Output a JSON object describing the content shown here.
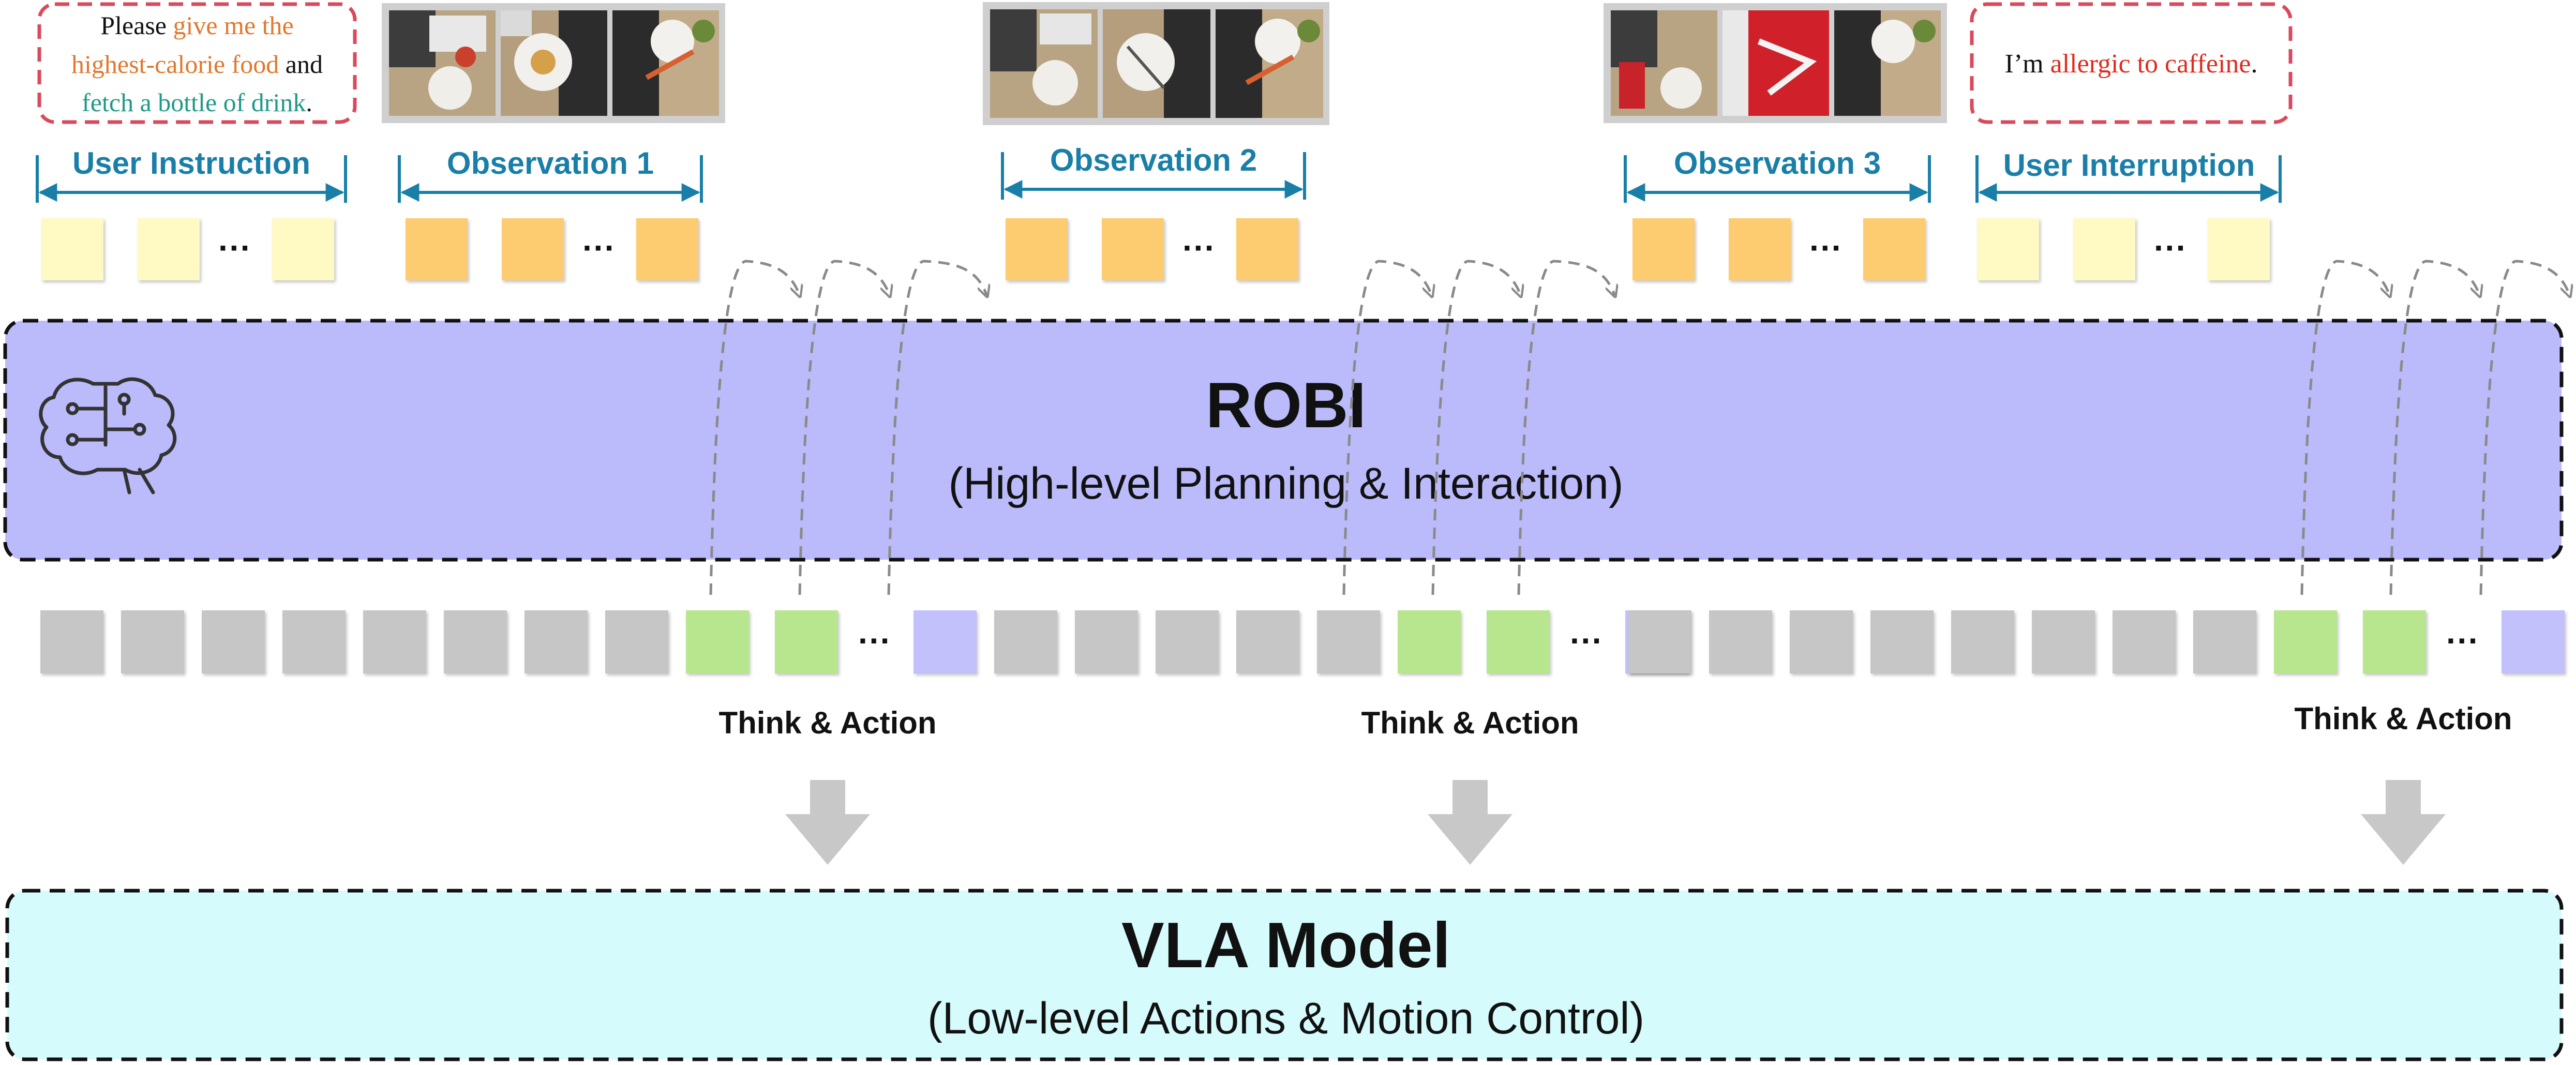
{
  "colors": {
    "header_blue": "#1a7fa8",
    "instruction_yellow": "#fff9c4",
    "observation_orange": "#fdcc71",
    "token_gray": "#c6c6c6",
    "token_green": "#b7e68f",
    "token_purple": "#c3c1fb",
    "robi_panel": "#bbbbfb",
    "vla_panel": "#d6fbfc",
    "callout_border": "#d94a5c",
    "text_orange": "#e0782e",
    "text_teal": "#1f9985",
    "text_red": "#e02a1e",
    "arrow_gray": "#c8c8c8",
    "dashed_arc": "#8a8a8a"
  },
  "callouts": {
    "instruction": {
      "line1_plain": "Please ",
      "line1_highlight": "give me the",
      "line2_highlight": "highest-calorie food",
      "line2_plain": " and",
      "line3_highlight": "fetch a bottle of drink",
      "line3_plain": "."
    },
    "interruption": {
      "plain_prefix": "I’m ",
      "highlight": "allergic to caffeine",
      "plain_suffix": "."
    }
  },
  "headers": {
    "user_instruction": "User Instruction",
    "observation_1": "Observation 1",
    "observation_2": "Observation 2",
    "observation_3": "Observation 3",
    "user_interruption": "User Interruption"
  },
  "ellipsis": "···",
  "robi": {
    "title": "ROBI",
    "subtitle": "(High-level Planning & Interaction)",
    "icon": "brain-circuit-icon"
  },
  "think_action_label": "Think & Action",
  "vla": {
    "title": "VLA Model",
    "subtitle": "(Low-level Actions & Motion Control)"
  },
  "token_groups": [
    {
      "name": "user-instruction",
      "tokens": [
        "yellow",
        "yellow",
        "ellipsis",
        "yellow"
      ]
    },
    {
      "name": "observation-1",
      "tokens": [
        "orange",
        "orange",
        "ellipsis",
        "orange"
      ]
    },
    {
      "name": "observation-2",
      "tokens": [
        "orange",
        "orange",
        "ellipsis",
        "orange"
      ]
    },
    {
      "name": "observation-3",
      "tokens": [
        "orange",
        "orange",
        "ellipsis",
        "orange"
      ]
    },
    {
      "name": "user-interruption",
      "tokens": [
        "yellow",
        "yellow",
        "ellipsis",
        "yellow"
      ]
    }
  ],
  "output_sequences": [
    [
      "gray",
      "gray",
      "gray",
      "gray",
      "gray",
      "gray",
      "gray",
      "gray",
      "green",
      "green",
      "ellipsis",
      "purple"
    ],
    [
      "gray",
      "gray",
      "gray",
      "gray",
      "gray",
      "green",
      "green",
      "ellipsis",
      "purple"
    ],
    [
      "gray",
      "gray",
      "gray",
      "gray",
      "gray",
      "gray",
      "gray",
      "gray",
      "green",
      "green",
      "ellipsis",
      "purple"
    ]
  ]
}
